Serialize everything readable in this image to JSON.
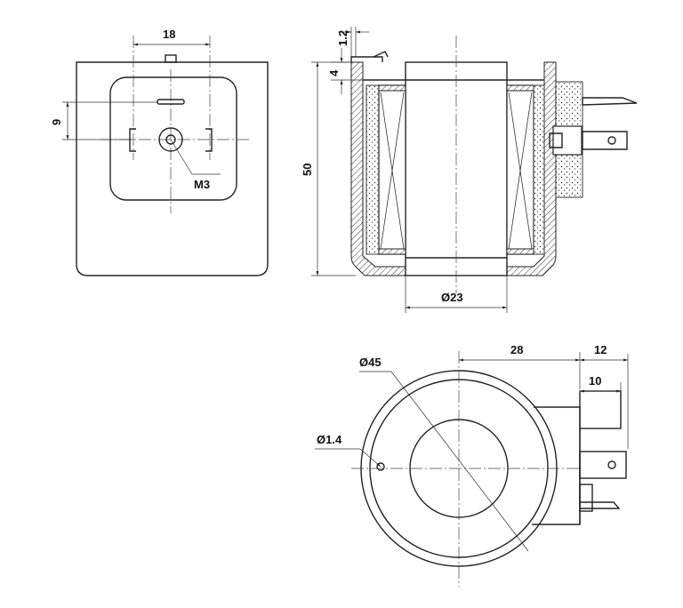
{
  "front_view": {
    "width_dim": "18",
    "height_dim": "9",
    "thread_label": "M3"
  },
  "section_view": {
    "flange_dim": "1.2",
    "step_dim": "4",
    "height_dim": "50",
    "bore_dim": "Ø23"
  },
  "top_view": {
    "outer_dia": "Ø45",
    "hole_dia": "Ø1.4",
    "offset_dim": "28",
    "connector_dim": "12",
    "tab_dim": "10"
  }
}
